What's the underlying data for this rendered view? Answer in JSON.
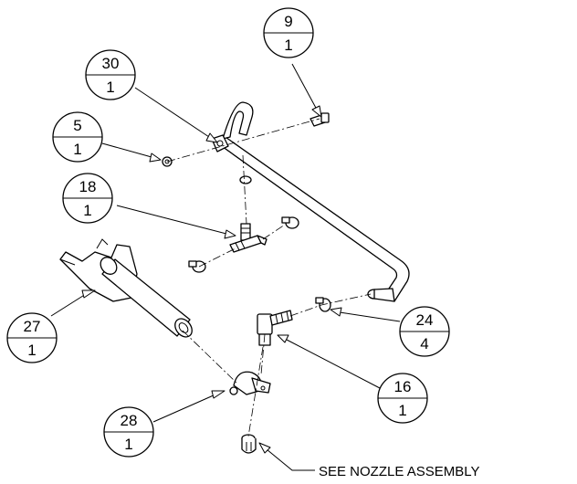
{
  "balloons": [
    {
      "part": "9",
      "qty": "1"
    },
    {
      "part": "30",
      "qty": "1"
    },
    {
      "part": "5",
      "qty": "1"
    },
    {
      "part": "18",
      "qty": "1"
    },
    {
      "part": "27",
      "qty": "1"
    },
    {
      "part": "24",
      "qty": "4"
    },
    {
      "part": "16",
      "qty": "1"
    },
    {
      "part": "28",
      "qty": "1"
    }
  ],
  "note": "SEE NOZZLE ASSEMBLY"
}
